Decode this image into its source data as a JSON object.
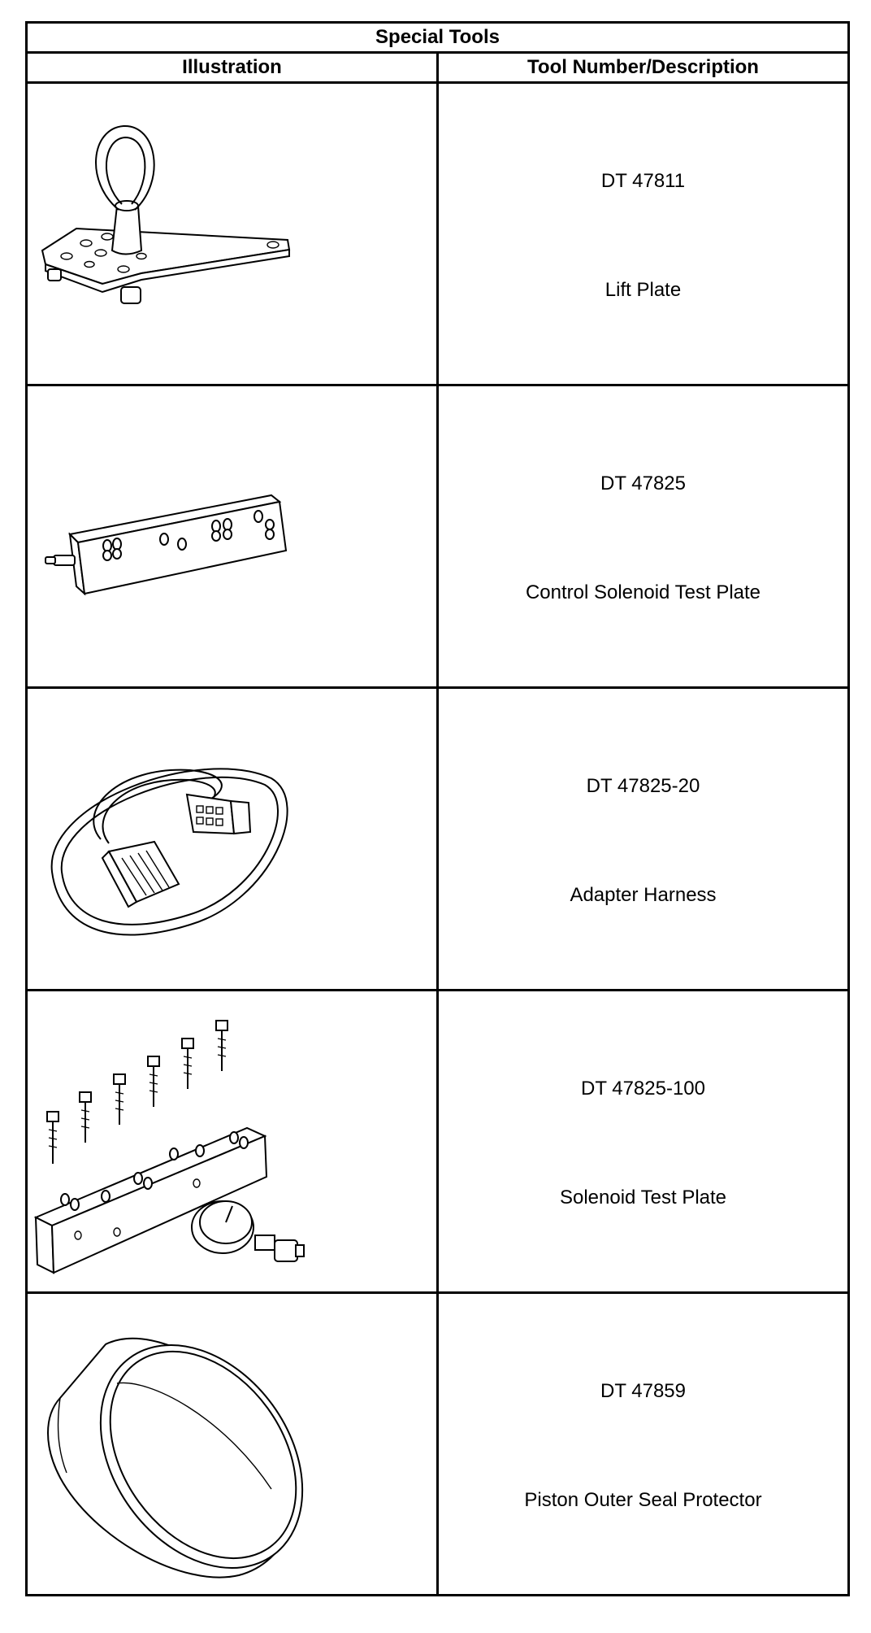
{
  "table": {
    "title": "Special Tools",
    "headers": {
      "illustration": "Illustration",
      "description": "Tool Number/Description"
    },
    "rows": [
      {
        "tool_number": "DT 47811",
        "description": "Lift Plate",
        "icon": "lift-plate-icon"
      },
      {
        "tool_number": "DT 47825",
        "description": "Control Solenoid Test Plate",
        "icon": "control-solenoid-test-plate-icon"
      },
      {
        "tool_number": "DT 47825-20",
        "description": "Adapter Harness",
        "icon": "adapter-harness-icon"
      },
      {
        "tool_number": "DT 47825-100",
        "description": "Solenoid Test Plate",
        "icon": "solenoid-test-plate-icon"
      },
      {
        "tool_number": "DT 47859",
        "description": "Piston Outer Seal Protector",
        "icon": "piston-outer-seal-protector-icon"
      }
    ]
  }
}
